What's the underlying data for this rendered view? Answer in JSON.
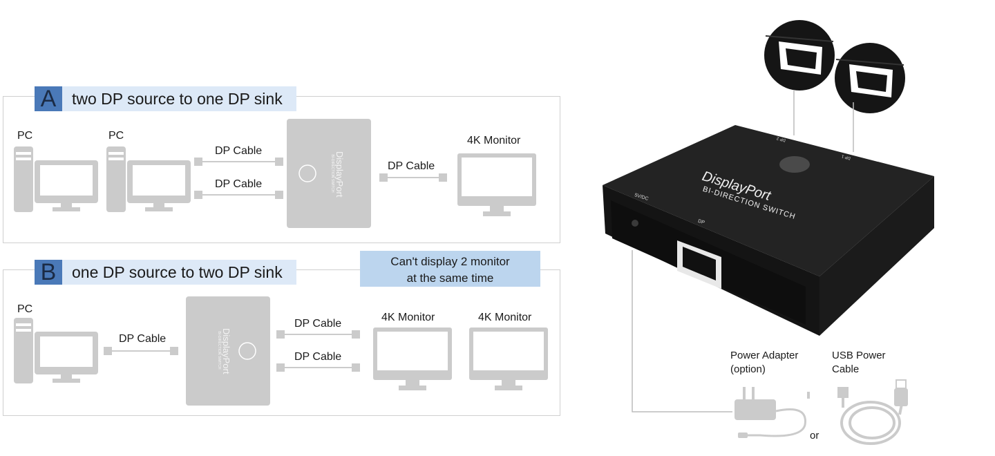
{
  "section_a": {
    "letter": "A",
    "title": "two DP source to one DP sink",
    "pc1_label": "PC",
    "pc2_label": "PC",
    "cable1_label": "DP Cable",
    "cable2_label": "DP Cable",
    "cable3_label": "DP Cable",
    "monitor_label": "4K Monitor",
    "device_brand": "DisplayPort",
    "device_sub": "BI-DIRECTION SWITCH"
  },
  "section_b": {
    "letter": "B",
    "title": "one DP source to two DP sink",
    "note_line1": "Can't display 2 monitor",
    "note_line2": "at the same time",
    "pc_label": "PC",
    "cable1_label": "DP Cable",
    "cable2_label": "DP Cable",
    "cable3_label": "DP Cable",
    "monitor1_label": "4K Monitor",
    "monitor2_label": "4K Monitor",
    "device_brand": "DisplayPort",
    "device_sub": "BI-DIRECTION SWITCH"
  },
  "product": {
    "brand": "DisplayPort",
    "subtitle": "BI-DIRECTION SWITCH",
    "port_dp1": "DP 1",
    "port_dp2": "DP 2",
    "port_dp": "DP",
    "port_power": "5V/DC",
    "power_adapter_label_1": "Power Adapter",
    "power_adapter_label_2": "(option)",
    "usb_label_1": "USB Power",
    "usb_label_2": "Cable",
    "or_label": "or"
  },
  "colors": {
    "panel_border": "#cfcfcf",
    "title_bg": "#dde9f7",
    "letter_bg": "#4a79b8",
    "note_bg": "#bcd5ee",
    "icon_gray": "#cbcbcb",
    "device_black": "#1c1c1c"
  }
}
